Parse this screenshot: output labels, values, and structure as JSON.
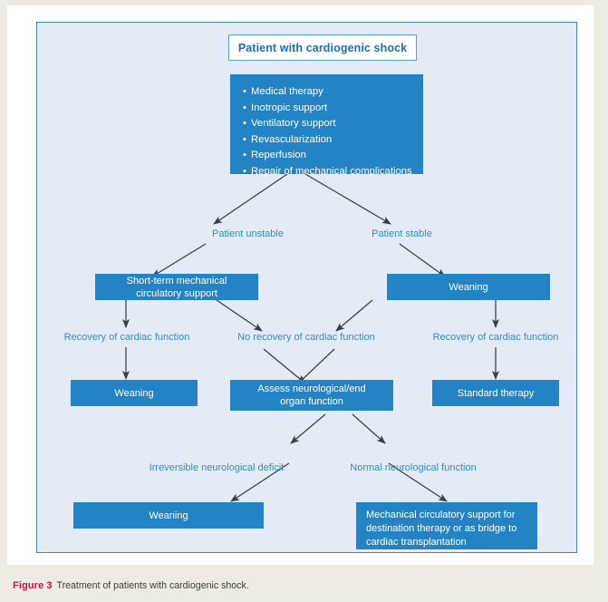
{
  "figure": {
    "number_label": "Figure 3",
    "caption": "Treatment of patients with cardiogenic shock."
  },
  "colors": {
    "box_blue": "#2383c4",
    "panel_background": "#e5ebf6",
    "panel_border": "#3f86b8",
    "label_blue": "#2f8ccb",
    "title_text": "#1b6fad",
    "figure_number": "#d4104a",
    "arrow": "#3a3f47",
    "page_background": "#ffffff",
    "outer_background": "#eeece2"
  },
  "flowchart": {
    "type": "flowchart",
    "title_node": {
      "id": "patient",
      "label": "Patient with cardiogenic shock",
      "style": "white-box-blue-border"
    },
    "treatment_node": {
      "id": "treatments",
      "style": "blue-box-list",
      "items": [
        "Medical therapy",
        "Inotropic support",
        "Ventilatory support",
        "Revascularization",
        "Reperfusion",
        "Repair of mechanical complications"
      ]
    },
    "nodes": [
      {
        "id": "short-term-mcs",
        "label": "Short-term mechanical circulatory support",
        "line1": "Short-term mechanical",
        "line2": "circulatory support",
        "style": "blue-box"
      },
      {
        "id": "weaning-right",
        "label": "Weaning",
        "style": "blue-box"
      },
      {
        "id": "weaning-left",
        "label": "Weaning",
        "style": "blue-box"
      },
      {
        "id": "assess-neuro",
        "label": "Assess neurological/end organ function",
        "line1": "Assess neurological/end",
        "line2": "organ function",
        "style": "blue-box"
      },
      {
        "id": "standard-therapy",
        "label": "Standard therapy",
        "style": "blue-box"
      },
      {
        "id": "weaning-bottom",
        "label": "Weaning",
        "style": "blue-box"
      },
      {
        "id": "mcs-destination",
        "label": "Mechanical circulatory support for destination therapy or as bridge to cardiac transplantation",
        "line1": "Mechanical circulatory support for",
        "line2": "destination therapy or as bridge to",
        "line3": "cardiac transplantation",
        "style": "blue-box"
      }
    ],
    "edge_labels": [
      {
        "id": "patient-unstable",
        "text": "Patient unstable"
      },
      {
        "id": "patient-stable",
        "text": "Patient stable"
      },
      {
        "id": "recovery-left",
        "text": "Recovery of cardiac function"
      },
      {
        "id": "no-recovery",
        "text": "No recovery of cardiac function"
      },
      {
        "id": "recovery-right",
        "text": "Recovery of cardiac function"
      },
      {
        "id": "irreversible-deficit",
        "text": "Irreversible neurological deficit"
      },
      {
        "id": "normal-neuro",
        "text": "Normal neurological function"
      }
    ]
  }
}
